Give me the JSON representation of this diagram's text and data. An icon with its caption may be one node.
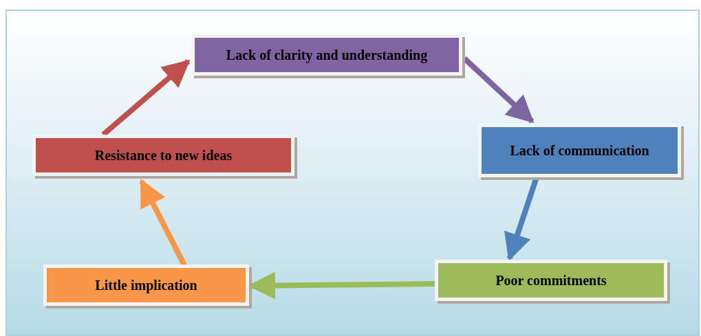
{
  "diagram": {
    "nodes": [
      {
        "text": [
          "Lack of clarity and understanding"
        ]
      },
      {
        "text": [
          "Lack of communication"
        ]
      },
      {
        "text": [
          "Poor commitments"
        ]
      },
      {
        "text": [
          "Little implication"
        ]
      },
      {
        "text": [
          "Resistance to new ideas"
        ]
      }
    ],
    "edges": [
      {
        "from": 0,
        "to": 1,
        "arrow": "to",
        "color": "#8064a2"
      },
      {
        "from": 1,
        "to": 2,
        "arrow": "to",
        "color": "#4f81bd"
      },
      {
        "from": 2,
        "to": 3,
        "arrow": "to",
        "color": "#9bbb59"
      },
      {
        "from": 3,
        "to": 4,
        "arrow": "to",
        "color": "#f79646"
      },
      {
        "from": 4,
        "to": 0,
        "arrow": "to",
        "color": "#c0504d"
      }
    ]
  }
}
